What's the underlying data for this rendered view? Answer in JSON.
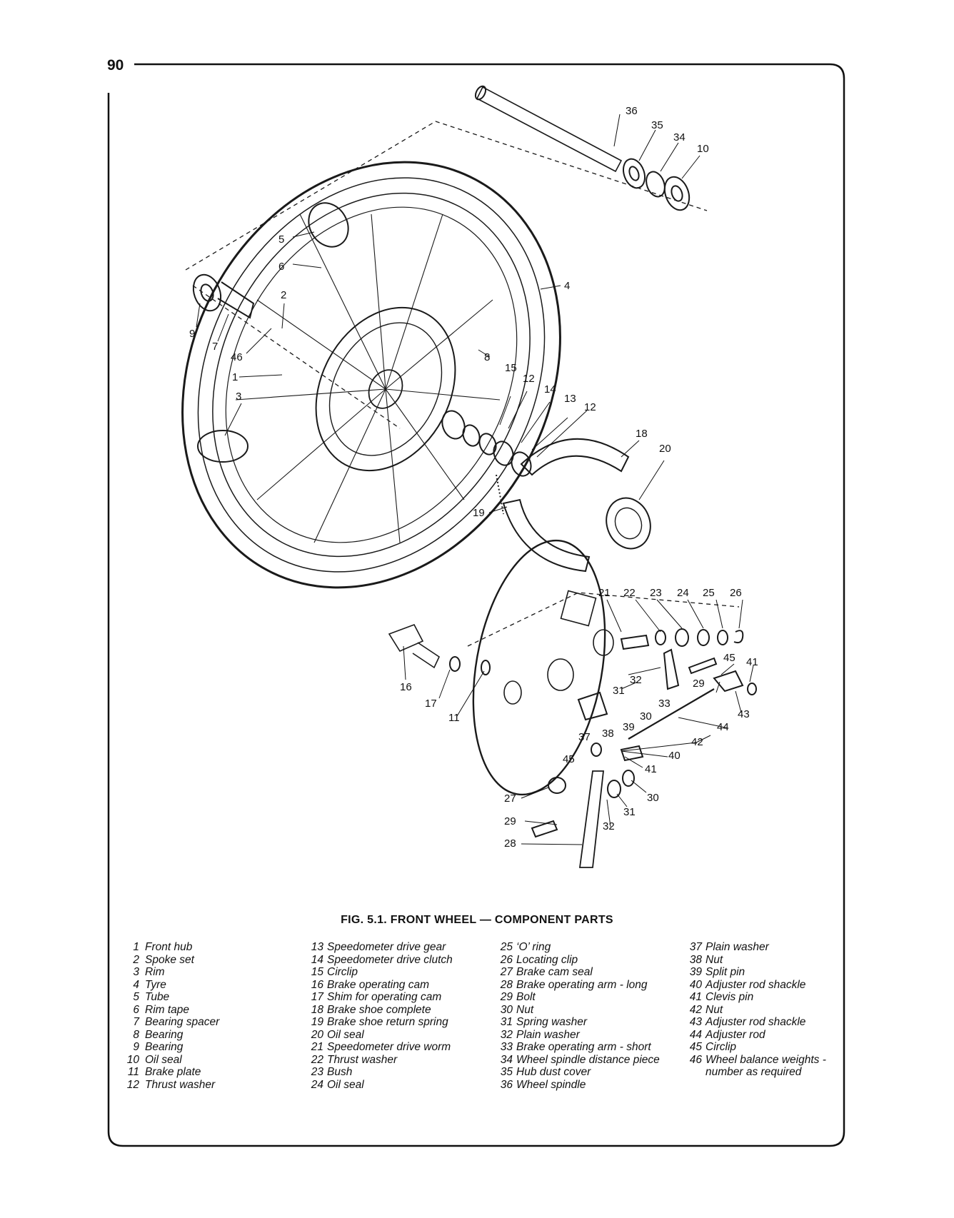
{
  "page": {
    "number": "90"
  },
  "figure": {
    "caption": "FIG. 5.1. FRONT WHEEL — COMPONENT PARTS",
    "callouts": [
      "36",
      "35",
      "34",
      "10",
      "5",
      "6",
      "4",
      "2",
      "9",
      "7",
      "46",
      "8",
      "1",
      "15",
      "12",
      "14",
      "13",
      "12",
      "3",
      "18",
      "20",
      "19",
      "21",
      "22",
      "23",
      "24",
      "25",
      "26",
      "45",
      "41",
      "16",
      "17",
      "11",
      "32",
      "31",
      "33",
      "29",
      "30",
      "39",
      "38",
      "37",
      "44",
      "43",
      "42",
      "45",
      "40",
      "41",
      "27",
      "30",
      "31",
      "32",
      "29",
      "28"
    ]
  },
  "legend": {
    "columns": [
      [
        {
          "num": "1",
          "text": "Front hub"
        },
        {
          "num": "2",
          "text": "Spoke set"
        },
        {
          "num": "3",
          "text": "Rim"
        },
        {
          "num": "4",
          "text": "Tyre"
        },
        {
          "num": "5",
          "text": "Tube"
        },
        {
          "num": "6",
          "text": "Rim tape"
        },
        {
          "num": "7",
          "text": "Bearing spacer"
        },
        {
          "num": "8",
          "text": "Bearing"
        },
        {
          "num": "9",
          "text": "Bearing"
        },
        {
          "num": "10",
          "text": "Oil seal"
        },
        {
          "num": "11",
          "text": "Brake plate"
        },
        {
          "num": "12",
          "text": "Thrust washer"
        }
      ],
      [
        {
          "num": "13",
          "text": "Speedometer drive gear"
        },
        {
          "num": "14",
          "text": "Speedometer drive clutch"
        },
        {
          "num": "15",
          "text": "Circlip"
        },
        {
          "num": "16",
          "text": "Brake operating cam"
        },
        {
          "num": "17",
          "text": "Shim for operating cam"
        },
        {
          "num": "18",
          "text": "Brake shoe complete"
        },
        {
          "num": "19",
          "text": "Brake shoe return spring"
        },
        {
          "num": "20",
          "text": "Oil seal"
        },
        {
          "num": "21",
          "text": "Speedometer drive worm"
        },
        {
          "num": "22",
          "text": "Thrust washer"
        },
        {
          "num": "23",
          "text": "Bush"
        },
        {
          "num": "24",
          "text": "Oil seal"
        }
      ],
      [
        {
          "num": "25",
          "text": "‘O’ ring"
        },
        {
          "num": "26",
          "text": "Locating clip"
        },
        {
          "num": "27",
          "text": "Brake cam seal"
        },
        {
          "num": "28",
          "text": "Brake operating arm - long"
        },
        {
          "num": "29",
          "text": "Bolt"
        },
        {
          "num": "30",
          "text": "Nut"
        },
        {
          "num": "31",
          "text": "Spring washer"
        },
        {
          "num": "32",
          "text": "Plain washer"
        },
        {
          "num": "33",
          "text": "Brake operating arm - short"
        },
        {
          "num": "34",
          "text": "Wheel spindle distance piece"
        },
        {
          "num": "35",
          "text": "Hub dust cover"
        },
        {
          "num": "36",
          "text": "Wheel spindle"
        }
      ],
      [
        {
          "num": "37",
          "text": "Plain washer"
        },
        {
          "num": "38",
          "text": "Nut"
        },
        {
          "num": "39",
          "text": "Split pin"
        },
        {
          "num": "40",
          "text": "Adjuster rod shackle"
        },
        {
          "num": "41",
          "text": "Clevis pin"
        },
        {
          "num": "42",
          "text": "Nut"
        },
        {
          "num": "43",
          "text": "Adjuster rod shackle"
        },
        {
          "num": "44",
          "text": "Adjuster rod"
        },
        {
          "num": "45",
          "text": "Circlip"
        },
        {
          "num": "46",
          "text": "Wheel balance weights -"
        },
        {
          "num": "",
          "text": "number as required"
        }
      ]
    ]
  }
}
